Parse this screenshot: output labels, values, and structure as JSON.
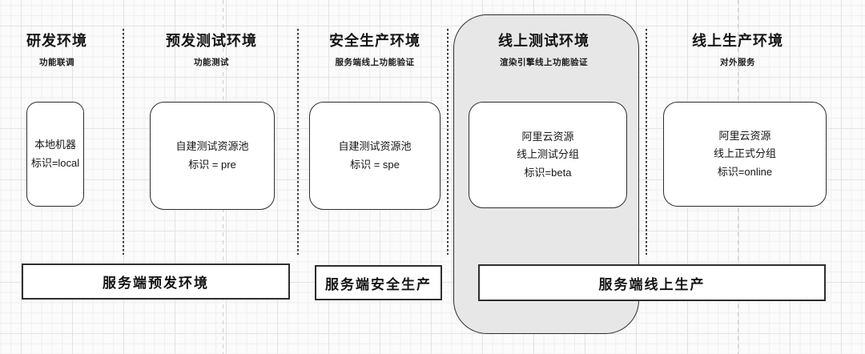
{
  "diagram": {
    "columns": [
      {
        "title": "研发环境",
        "subtitle": "功能联调",
        "box": {
          "lines": [
            "本地机器",
            "标识=local"
          ],
          "highlighted": false
        }
      },
      {
        "title": "预发测试环境",
        "subtitle": "功能测试",
        "box": {
          "lines": [
            "自建测试资源池",
            "标识 = pre"
          ],
          "highlighted": false
        }
      },
      {
        "title": "安全生产环境",
        "subtitle": "服务端线上功能验证",
        "box": {
          "lines": [
            "自建测试资源池",
            "标识 = spe"
          ],
          "highlighted": false
        }
      },
      {
        "title": "线上测试环境",
        "subtitle": "渲染引擎线上功能验证",
        "box": {
          "lines": [
            "阿里云资源",
            "线上测试分组",
            "标识=beta"
          ],
          "highlighted": true
        }
      },
      {
        "title": "线上生产环境",
        "subtitle": "对外服务",
        "box": {
          "lines": [
            "阿里云资源",
            "线上正式分组",
            "标识=online"
          ],
          "highlighted": false
        }
      }
    ],
    "bottom_bars": [
      {
        "label": "服务端预发环境"
      },
      {
        "label": "服务端安全生产"
      },
      {
        "label": "服务端线上生产"
      }
    ],
    "colors": {
      "canvas_background": "#fbfbfb",
      "grid_minor": "#efefef",
      "grid_major": "#e3e3e3",
      "shape_stroke": "#2e2e2e",
      "shape_fill": "#ffffff",
      "highlight_fill": "#e7e7e7",
      "separator_dash": "#3a3a3a",
      "guide_dash": "#cfcfcf",
      "text": "#141414"
    }
  }
}
